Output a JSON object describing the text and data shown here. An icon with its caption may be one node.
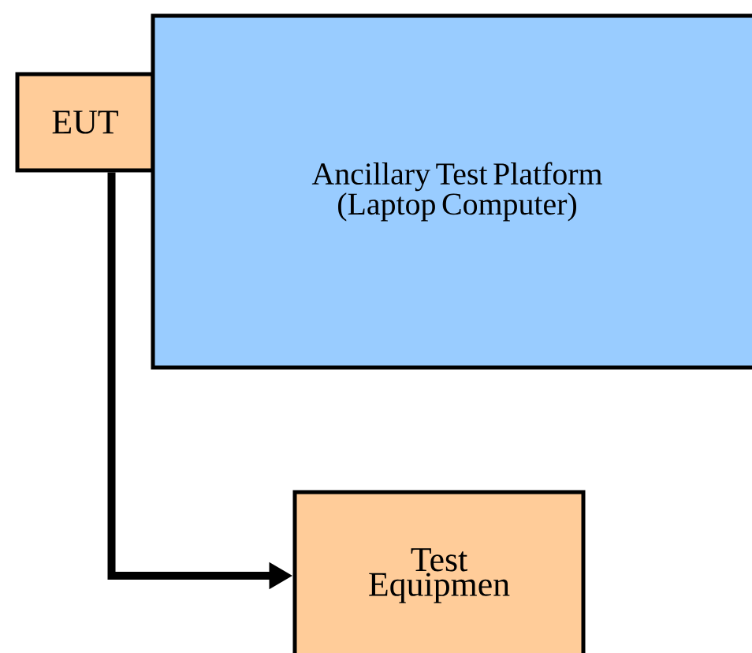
{
  "diagram": {
    "nodes": [
      {
        "text": [
          "EUT"
        ]
      },
      {
        "text": [
          "Ancillary Test Platform (Laptop Computer)"
        ]
      },
      {
        "text": [
          "Test Equipmen"
        ]
      }
    ],
    "edges": [
      {
        "from": 0,
        "to": 2,
        "arrow": "to"
      }
    ]
  }
}
